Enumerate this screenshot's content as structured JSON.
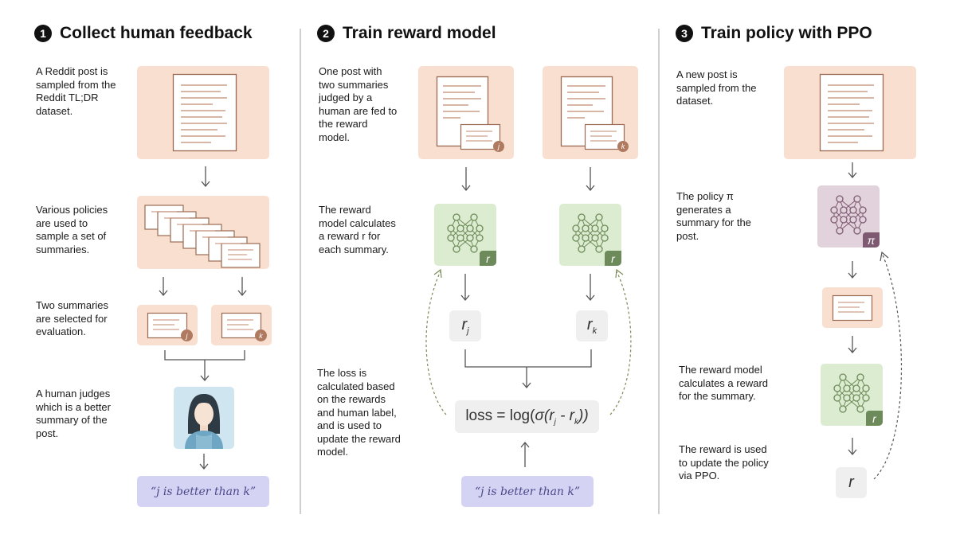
{
  "steps": [
    {
      "num": "1",
      "title": "Collect human feedback"
    },
    {
      "num": "2",
      "title": "Train reward model"
    },
    {
      "num": "3",
      "title": "Train policy with PPO"
    }
  ],
  "col1": {
    "desc_sample": "A Reddit post is sampled from the Reddit TL;DR dataset.",
    "desc_policies": "Various policies are used to sample a set of summaries.",
    "desc_select": "Two summaries are selected for evaluation.",
    "desc_judge": "A human judges which is a better summary of the post.",
    "label_j": "j",
    "label_k": "k",
    "judgement": "“j is better than k”"
  },
  "col2": {
    "desc_fed": "One post with two summaries judged by a human are fed to the reward model.",
    "desc_reward": "The reward model calculates a reward r for each summary.",
    "desc_loss": "The loss is calculated based on the rewards and human label, and is used to update the reward model.",
    "badge_r": "r",
    "label_j": "j",
    "label_k": "k",
    "rj_base": "r",
    "rj_sub": "j",
    "rk_base": "r",
    "rk_sub": "k",
    "loss_prefix": "loss = log(",
    "loss_sigma": "σ(r",
    "loss_sub_j": "j",
    "loss_minus": " - r",
    "loss_sub_k": "k",
    "loss_suffix": "))",
    "judgement": "“j is better than k”"
  },
  "col3": {
    "desc_sample": "A new post is sampled from the dataset.",
    "desc_policy": "The policy π generates a summary for the post.",
    "desc_reward": "The reward model calculates a reward for the summary.",
    "desc_update": "The reward is used to update the policy via PPO.",
    "badge_pi": "π",
    "badge_r": "r",
    "reward_r": "r"
  }
}
